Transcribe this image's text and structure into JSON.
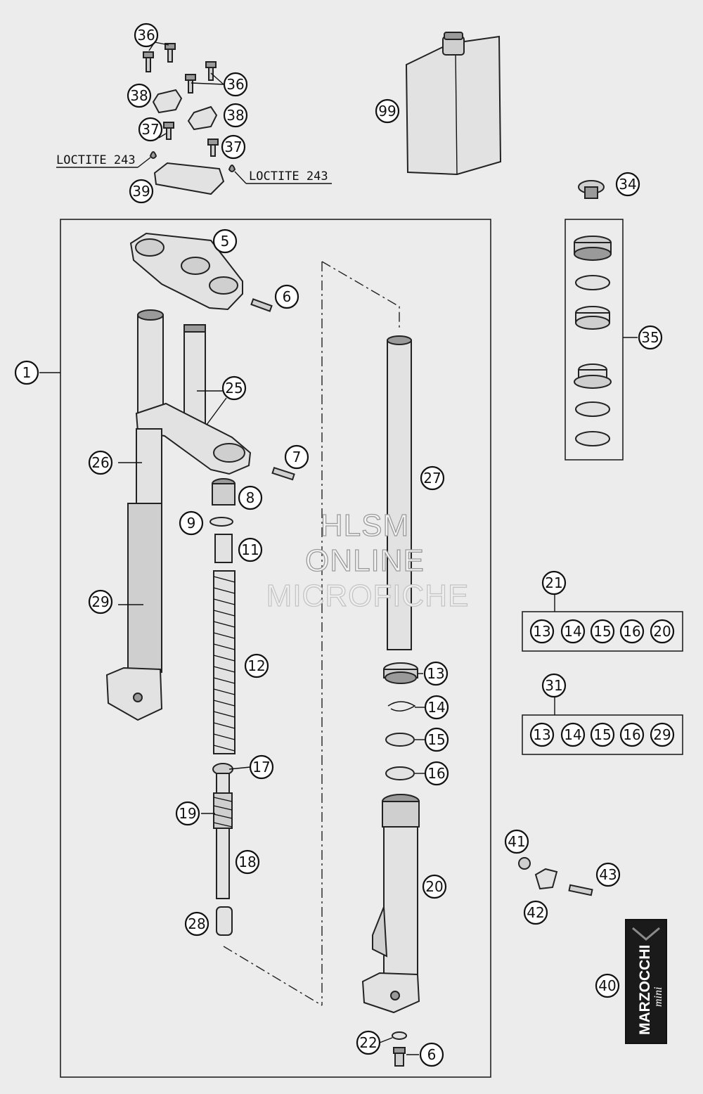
{
  "callouts": [
    "36",
    "36",
    "38",
    "38",
    "37",
    "37",
    "39",
    "99",
    "34",
    "5",
    "6",
    "35",
    "1",
    "25",
    "7",
    "26",
    "8",
    "9",
    "11",
    "27",
    "21",
    "29",
    "12",
    "13",
    "14",
    "15",
    "16",
    "20",
    "31",
    "13",
    "14",
    "15",
    "16",
    "29",
    "17",
    "19",
    "18",
    "41",
    "43",
    "20",
    "42",
    "28",
    "40",
    "22",
    "6",
    "13",
    "14",
    "15",
    "16"
  ],
  "notes": {
    "loctite_left": "LOCTITE 243",
    "loctite_right": "LOCTITE 243"
  },
  "watermark": {
    "line1": "HLSM",
    "line2": "ONLINE",
    "line3": "MICROFICHE"
  },
  "brand": {
    "name": "MARZOCCHI",
    "sub": "mini"
  }
}
